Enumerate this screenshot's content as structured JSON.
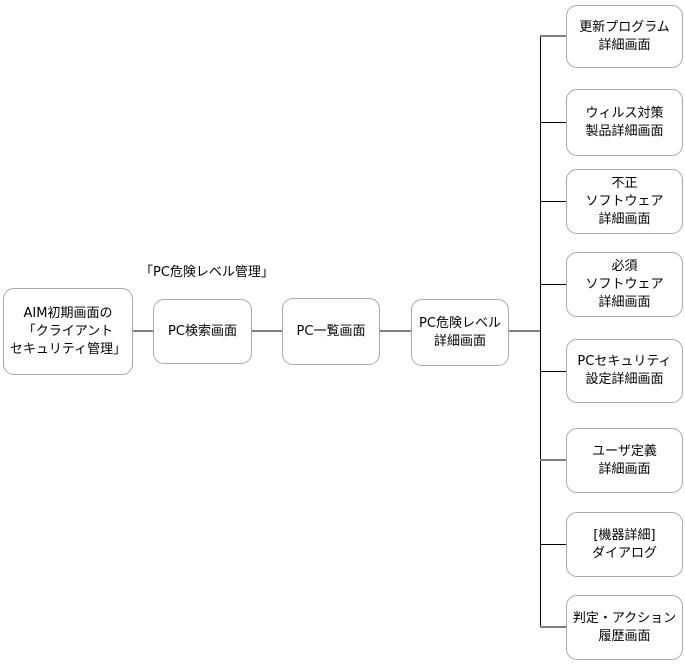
{
  "diagram": {
    "section_label": "「PC危険レベル管理」",
    "main_flow": [
      {
        "id": "aim-initial",
        "label": "AIM初期画面の\n「クライアント\nセキュリティ管理」"
      },
      {
        "id": "pc-search",
        "label": "PC検索画面"
      },
      {
        "id": "pc-list",
        "label": "PC一覧画面"
      },
      {
        "id": "pc-risk-level-detail",
        "label": "PC危険レベル\n詳細画面"
      }
    ],
    "detail_screens": [
      {
        "id": "update-program-detail",
        "label": "更新プログラム\n詳細画面"
      },
      {
        "id": "antivirus-product-detail",
        "label": "ウィルス対策\n製品詳細画面"
      },
      {
        "id": "unauthorized-software-detail",
        "label": "不正\nソフトウェア\n詳細画面"
      },
      {
        "id": "required-software-detail",
        "label": "必須\nソフトウェア\n詳細画面"
      },
      {
        "id": "pc-security-settings-detail",
        "label": "PCセキュリティ\n設定詳細画面"
      },
      {
        "id": "user-definition-detail",
        "label": "ユーザ定義\n詳細画面"
      },
      {
        "id": "device-detail-dialog",
        "label": "[機器詳細]\nダイアログ"
      },
      {
        "id": "judgment-action-history",
        "label": "判定・アクション\n履歴画面"
      }
    ],
    "colors": {
      "box_border": "#a9a9a9",
      "box_fill": "#ffffff",
      "text": "#000000",
      "main_connector": "#808080",
      "branch_line": "#000000"
    }
  }
}
